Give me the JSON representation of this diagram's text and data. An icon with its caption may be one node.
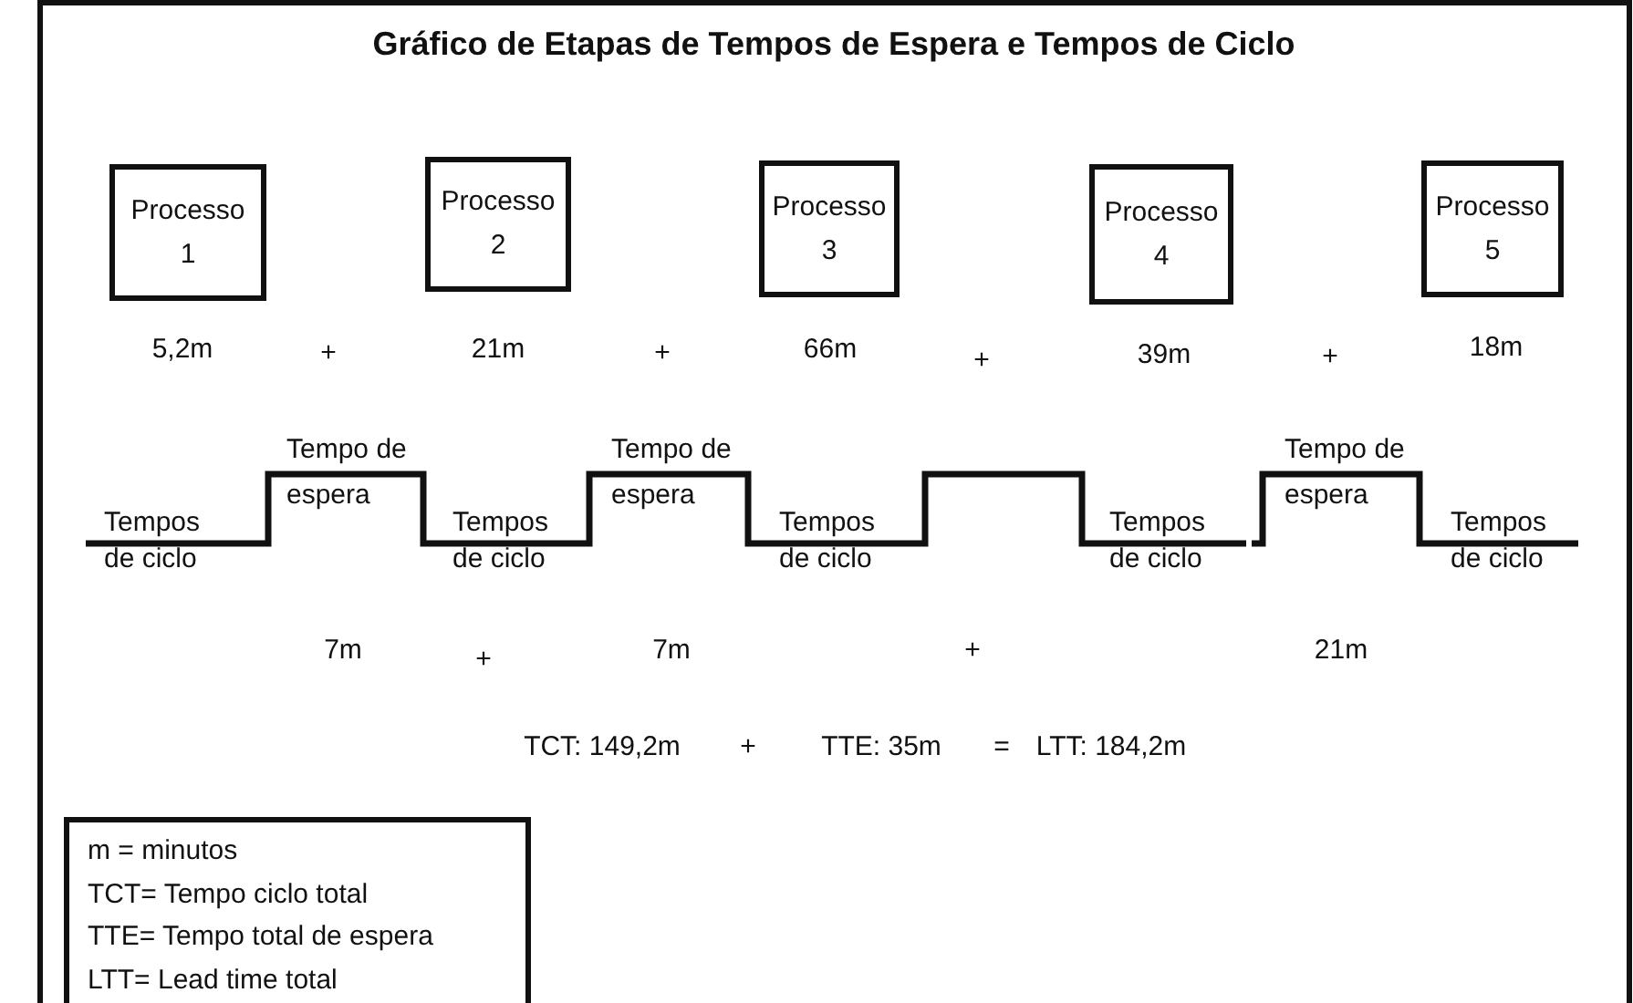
{
  "diagram": {
    "title": "Gráfico de Etapas de Tempos de Espera e Tempos de Ciclo",
    "nodes": [
      {
        "text": [
          "Processo 1"
        ],
        "beside": [
          "5,2m"
        ]
      },
      {
        "text": [
          "Processo 2"
        ],
        "beside": [
          "21m"
        ]
      },
      {
        "text": [
          "Processo 3"
        ],
        "beside": [
          "66m"
        ]
      },
      {
        "text": [
          "Processo 4"
        ],
        "beside": [
          "39m"
        ]
      },
      {
        "text": [
          "Processo 5"
        ],
        "beside": [
          "18m"
        ]
      },
      {
        "text": [
          "m = minutos",
          "TCT= Tempo ciclo total",
          "TTE= Tempo total de espera",
          "LTT= Lead time total"
        ]
      }
    ],
    "edges": [],
    "labels": [
      "+",
      "+",
      "+",
      "+",
      "Tempo de espera",
      "Tempo de espera",
      "Tempo de espera",
      "Tempos de ciclo",
      "Tempos de ciclo",
      "Tempos de ciclo",
      "Tempos de ciclo",
      "Tempos de ciclo",
      "7m",
      "+",
      "7m",
      "+",
      "21m",
      "TCT: 149,2m",
      "+",
      "TTE: 35m",
      "=",
      "LTT: 184,2m"
    ]
  }
}
